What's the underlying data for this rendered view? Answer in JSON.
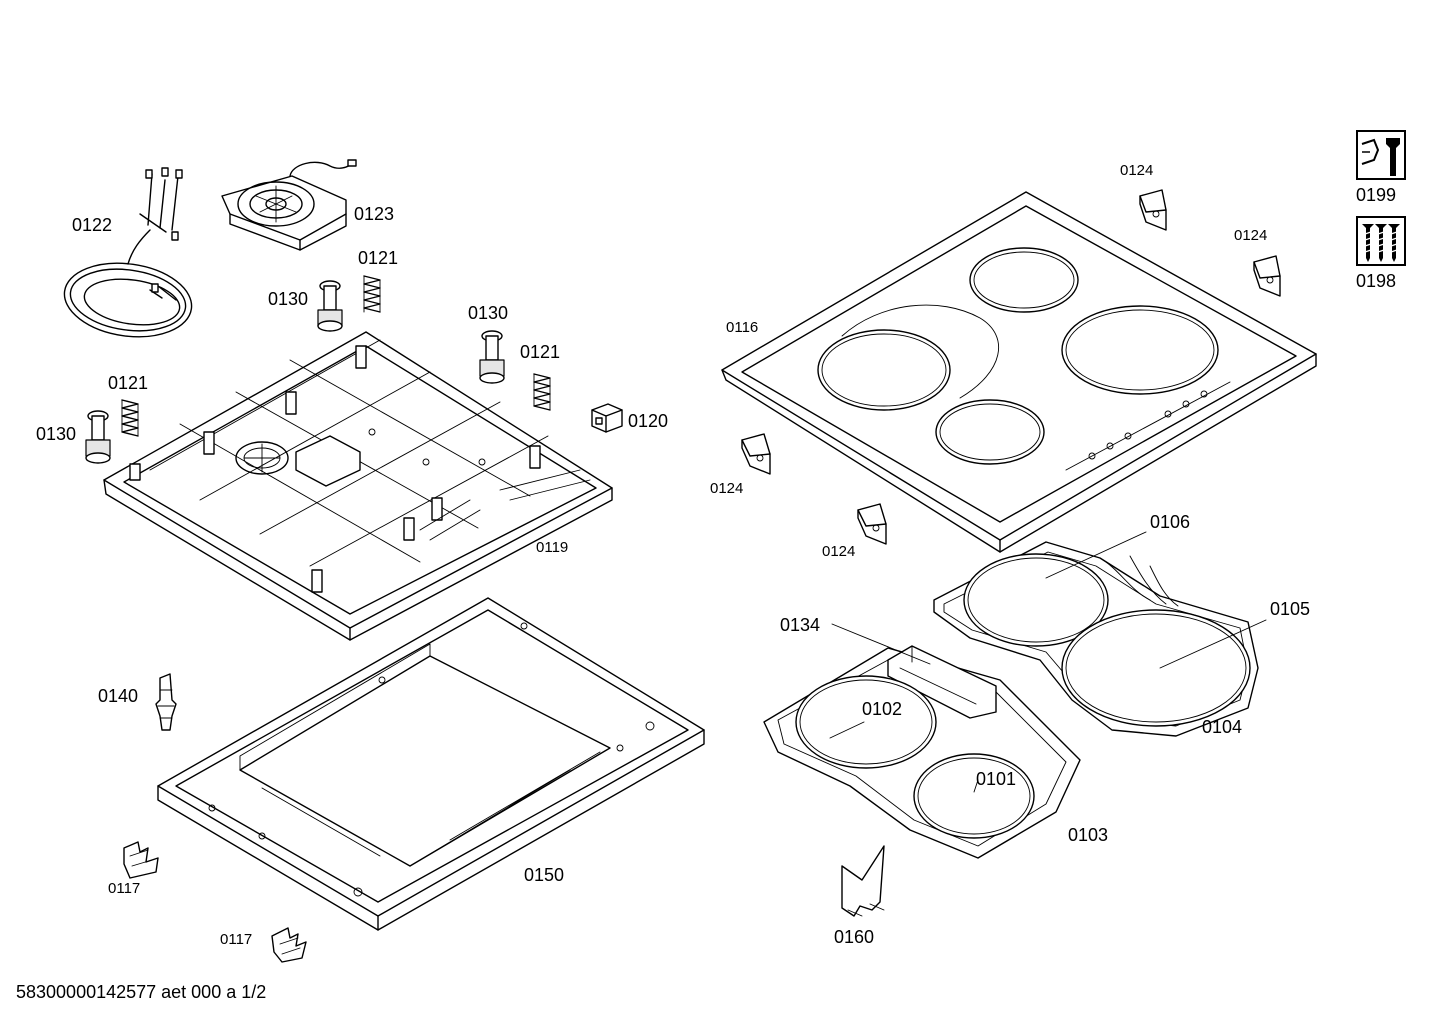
{
  "diagram": {
    "footer_text": "58300000142577 aet 000 a 1/2",
    "labels": {
      "p0122": "0122",
      "p0123": "0123",
      "p0121_a": "0121",
      "p0121_b": "0121",
      "p0121_c": "0121",
      "p0130_a": "0130",
      "p0130_b": "0130",
      "p0130_c": "0130",
      "p0120": "0120",
      "p0119": "0119",
      "p0140": "0140",
      "p0150": "0150",
      "p0117_a": "0117",
      "p0117_b": "0117",
      "p0124_a": "0124",
      "p0124_b": "0124",
      "p0124_c": "0124",
      "p0124_d": "0124",
      "p0116": "0116",
      "p0106": "0106",
      "p0105": "0105",
      "p0104": "0104",
      "p0134": "0134",
      "p0102": "0102",
      "p0101": "0101",
      "p0103": "0103",
      "p0160": "0160",
      "p0199": "0199",
      "p0198": "0198"
    },
    "icons": {
      "tool_icon": "wrench-icon",
      "screw_icon": "screws-icon"
    }
  }
}
